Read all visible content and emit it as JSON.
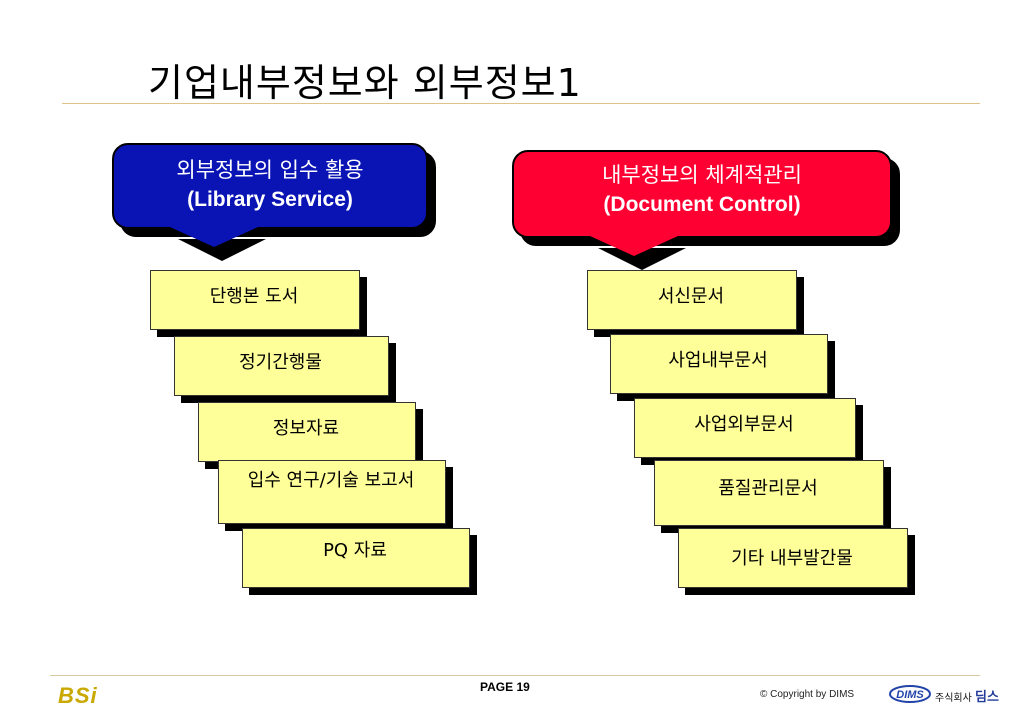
{
  "title": "기업내부정보와 외부정보1",
  "left_callout": {
    "line1": "외부정보의 입수 활용",
    "line2": "(Library Service)",
    "color": "#0a14b4"
  },
  "right_callout": {
    "line1": "내부정보의 체계적관리",
    "line2": "(Document Control)",
    "color": "#ff0033"
  },
  "left_items": [
    "단행본 도서",
    "정기간행물",
    "정보자료",
    "입수 연구/기술 보고서",
    "PQ 자료"
  ],
  "right_items": [
    "서신문서",
    "사업내부문서",
    "사업외부문서",
    "품질관리문서",
    "기타 내부발간물"
  ],
  "footer": {
    "page": "PAGE 19",
    "copyright": "© Copyright by DIMS",
    "logo_left": "BSi",
    "logo_right": "DIMS",
    "company_prefix": "주식회사",
    "company_name": "딤스"
  },
  "colors": {
    "box_fill": "#ffff99",
    "rule": "#e0c28a"
  }
}
